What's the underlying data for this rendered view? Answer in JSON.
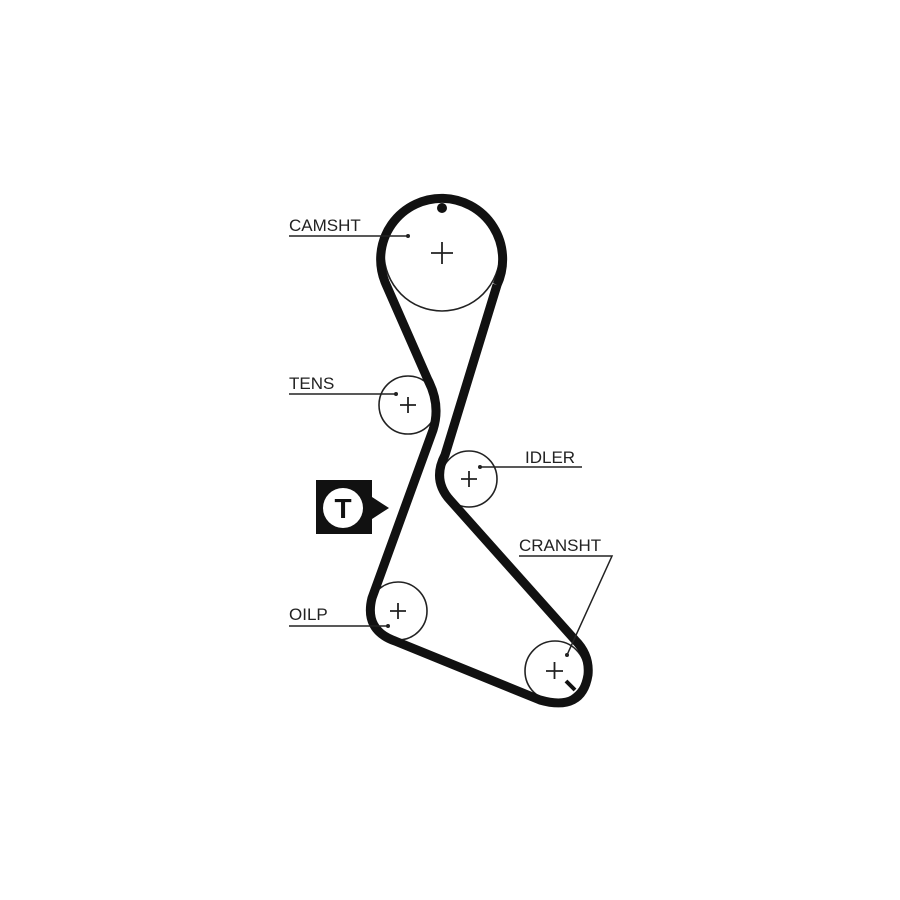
{
  "labels": {
    "camshaft": "CAMSHT",
    "tensioner": "TENS",
    "idler": "IDLER",
    "crankshaft": "CRANSHT",
    "oil_pump": "OILP"
  },
  "tension_badge": "T",
  "colors": {
    "belt": "#111111",
    "background": "#ffffff"
  }
}
